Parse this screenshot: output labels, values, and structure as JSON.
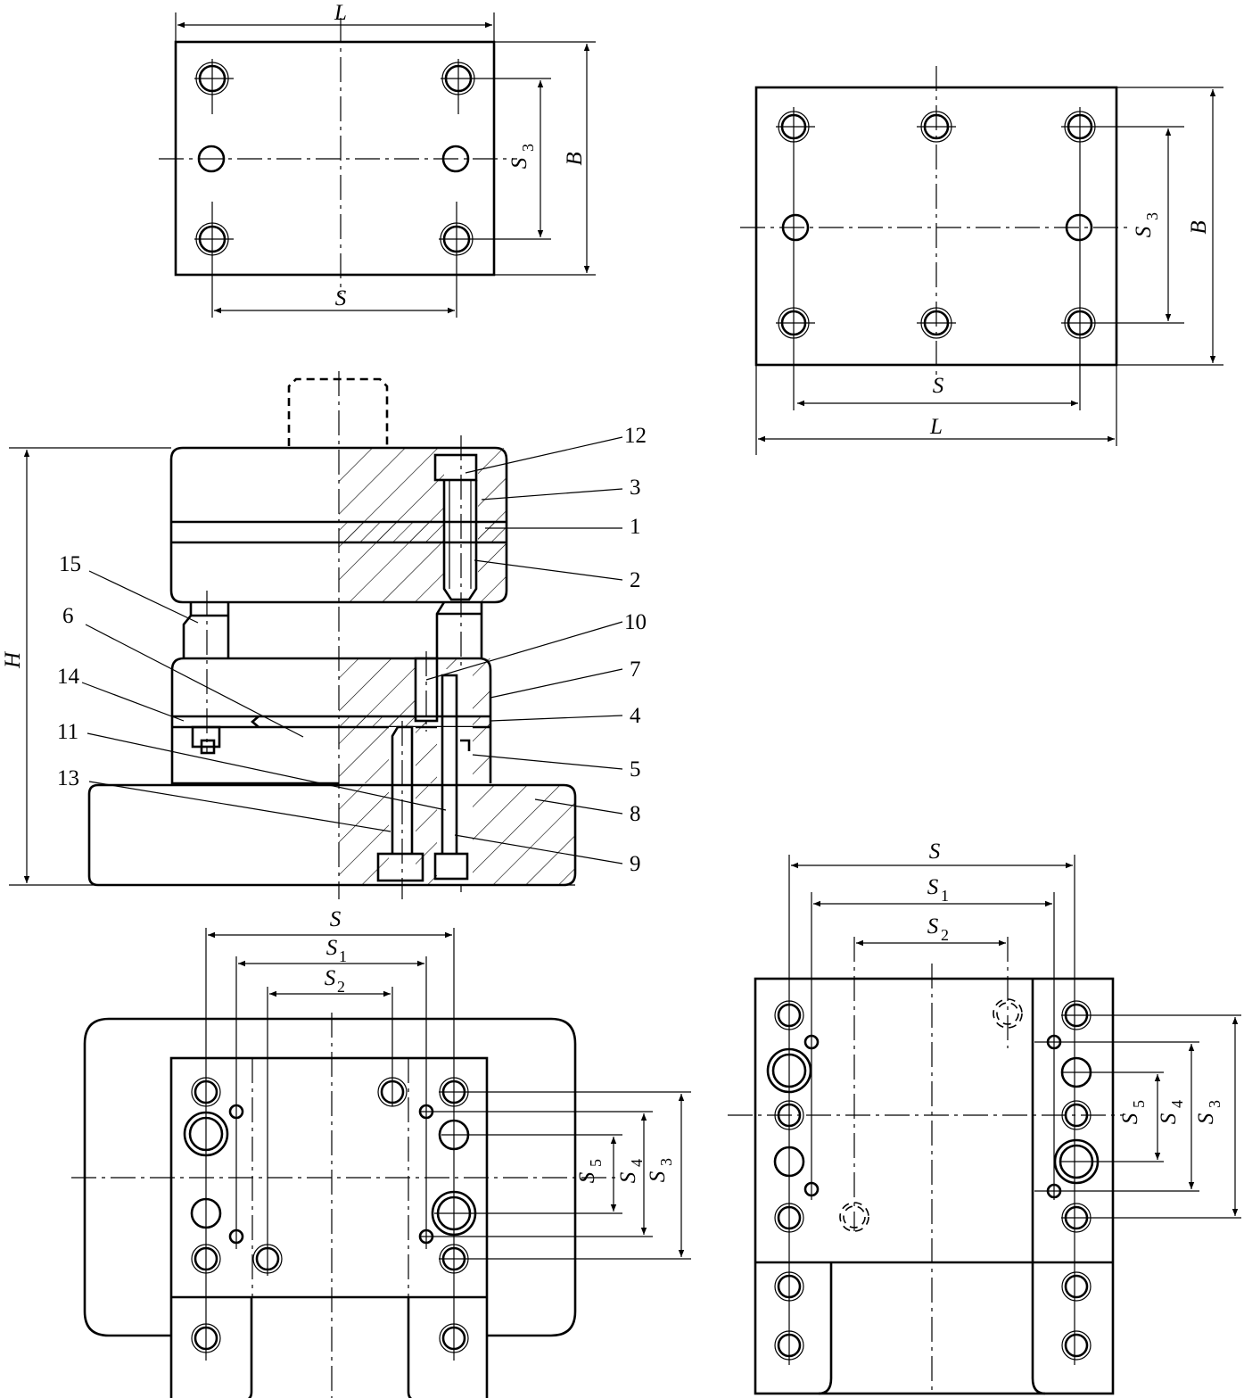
{
  "labels": {
    "L": "L",
    "B": "B",
    "S": "S",
    "S1": "S",
    "S2": "S",
    "S3": "S",
    "S4": "S",
    "S5": "S",
    "H": "H",
    "sub1": "1",
    "sub2": "2",
    "sub3": "3",
    "sub4": "4",
    "sub5": "5"
  },
  "parts": [
    "12",
    "3",
    "1",
    "2",
    "10",
    "7",
    "4",
    "5",
    "8",
    "9",
    "15",
    "6",
    "14",
    "11",
    "13"
  ]
}
